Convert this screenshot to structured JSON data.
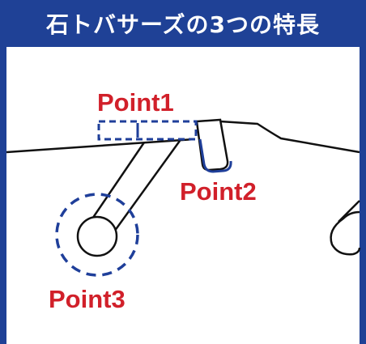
{
  "header": {
    "title": "石トバサーズの3つの特長"
  },
  "labels": {
    "point1": "Point1",
    "point2": "Point2",
    "point3": "Point3"
  },
  "colors": {
    "header_bg": "#1f4196",
    "label_red": "#d1202a",
    "dashed_blue": "#1f3f9a",
    "line_black": "#111111"
  },
  "icons": {
    "blade": "blade-tip-icon",
    "hinge_left": "pivot-hole-icon",
    "hinge_right": "pivot-hole-icon"
  }
}
